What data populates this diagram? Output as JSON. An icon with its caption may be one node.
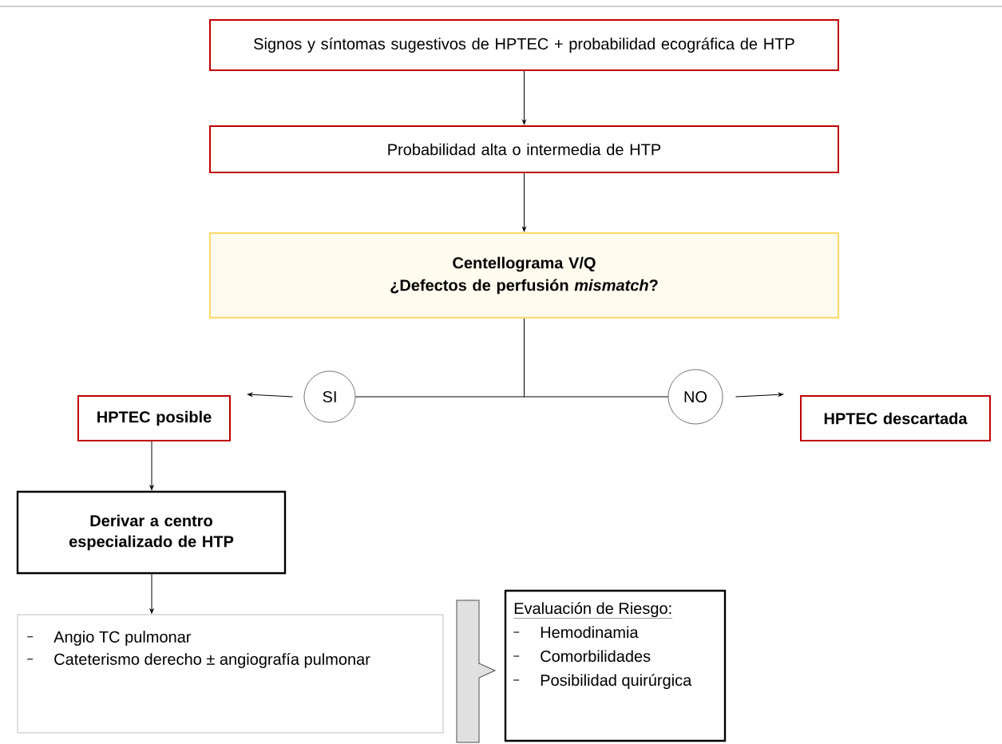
{
  "diagram": {
    "nodes": [
      {
        "text": [
          "Signos y síntomas sugestivos de HPTEC + probabilidad ecográfica de HTP"
        ]
      },
      {
        "text": [
          "Probabilidad alta o intermedia de HTP"
        ]
      },
      {
        "text": [
          "Centellograma V/Q",
          "¿Defectos de perfusión *mismatch*?"
        ]
      },
      {
        "text": [
          "SI"
        ]
      },
      {
        "text": [
          "NO"
        ]
      },
      {
        "text": [
          "HPTEC posible"
        ]
      },
      {
        "text": [
          "HPTEC descartada"
        ]
      },
      {
        "text": [
          "Derivar a centro especializado de HTP"
        ]
      },
      {
        "text": [
          "Angio TC pulmonar",
          "Cateterismo derecho ± angiografía pulmonar"
        ]
      },
      {
        "text": [
          "Evaluación de Riesgo:",
          "Hemodinamia",
          "Comorbilidades",
          "Posibilidad quirúrgica"
        ]
      }
    ],
    "edges": [
      {
        "from": 0,
        "to": 1,
        "arrow": "to"
      },
      {
        "from": 1,
        "to": 2,
        "arrow": "to"
      },
      {
        "from": 2,
        "to": 3,
        "arrow": "none"
      },
      {
        "from": 2,
        "to": 4,
        "arrow": "none"
      },
      {
        "from": 3,
        "to": 5,
        "arrow": "to"
      },
      {
        "from": 4,
        "to": 6,
        "arrow": "to"
      },
      {
        "from": 5,
        "to": 7,
        "arrow": "to"
      },
      {
        "from": 7,
        "to": 8,
        "arrow": "to"
      },
      {
        "from": 8,
        "to": 9,
        "arrow": "to",
        "style": "thick"
      }
    ]
  }
}
